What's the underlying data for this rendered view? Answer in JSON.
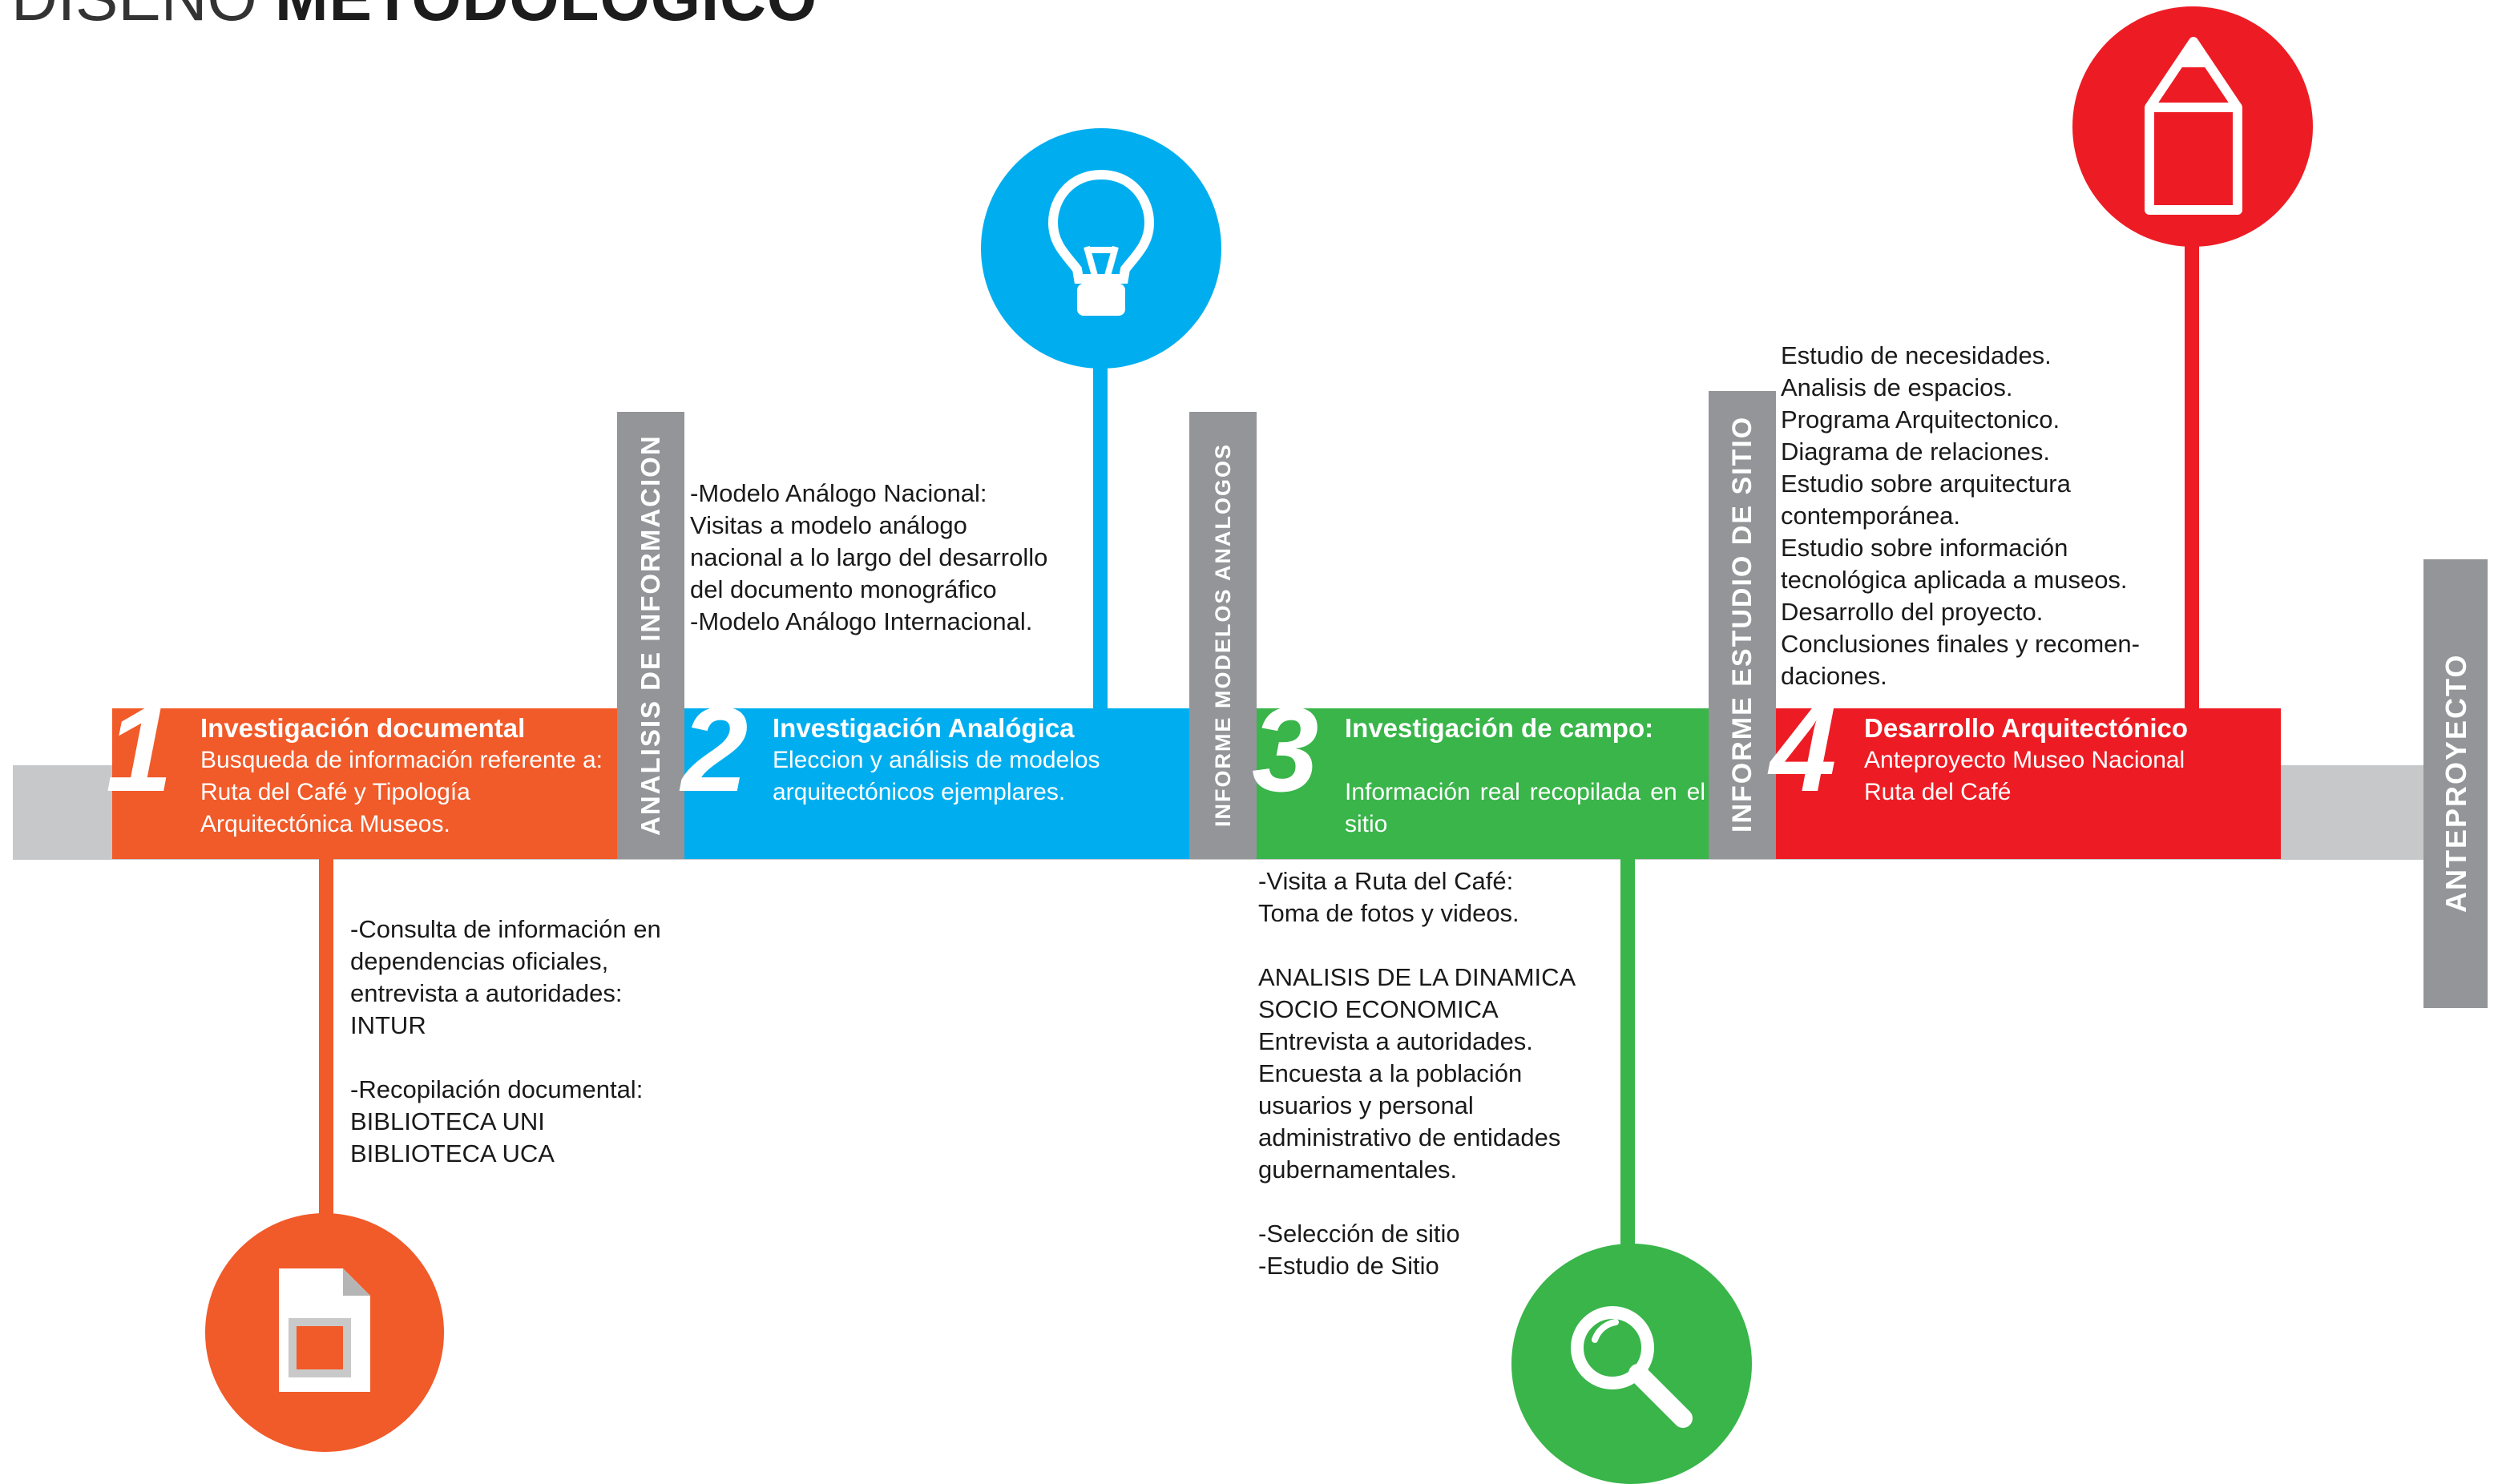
{
  "title": {
    "light": "DISEÑO",
    "bold": "METODOLOGICO"
  },
  "colors": {
    "orange": "#f15a29",
    "blue": "#00aeef",
    "green": "#39b54a",
    "red": "#ed1c24",
    "gray": "#939598",
    "track": "#c7c8ca"
  },
  "phases": [
    {
      "number": "1",
      "heading": "Investigación documental",
      "body": "Busqueda de información referente a: Ruta del Café y Tipología Arquitectónica Museos.",
      "icon": "document-icon",
      "notes": "-Consulta de información en\ndependencias oficiales,\nentrevista a autoridades:\nINTUR\n\n-Recopilación documental:\nBIBLIOTECA UNI\nBIBLIOTECA UCA"
    },
    {
      "number": "2",
      "heading": "Investigación Analógica",
      "body": "Eleccion y análisis de modelos arquitectónicos ejemplares.",
      "icon": "lightbulb-icon",
      "notes": "-Modelo Análogo Nacional:\nVisitas a modelo análogo\nnacional a lo largo del desarrollo\ndel documento monográfico\n-Modelo Análogo Internacional."
    },
    {
      "number": "3",
      "heading": "Investigación de campo:",
      "body": "Información real recopilada en el sitio",
      "icon": "magnifier-icon",
      "notes": "-Visita a Ruta del Café:\nToma de fotos y videos.\n\nANALISIS DE LA DINAMICA\nSOCIO ECONOMICA\nEntrevista a autoridades.\nEncuesta a la población\nusuarios y personal\nadministrativo de entidades\ngubernamentales.\n\n-Selección de sitio\n-Estudio de Sitio"
    },
    {
      "number": "4",
      "heading": "Desarrollo Arquitectónico",
      "body": "Anteproyecto Museo Nacional Ruta del Café",
      "icon": "pencil-icon",
      "notes": "Estudio de necesidades.\nAnalisis de espacios.\nPrograma Arquitectonico.\nDiagrama de relaciones.\nEstudio sobre arquitectura\ncontemporánea.\nEstudio sobre información\ntecnológica aplicada a museos.\nDesarrollo del proyecto.\nConclusiones finales y recomen-\ndaciones."
    }
  ],
  "dividers": [
    "ANALISIS DE INFORMACION",
    "INFORME MODELOS ANALOGOS",
    "INFORME ESTUDIO DE SITIO"
  ],
  "final": "ANTEPROYECTO"
}
